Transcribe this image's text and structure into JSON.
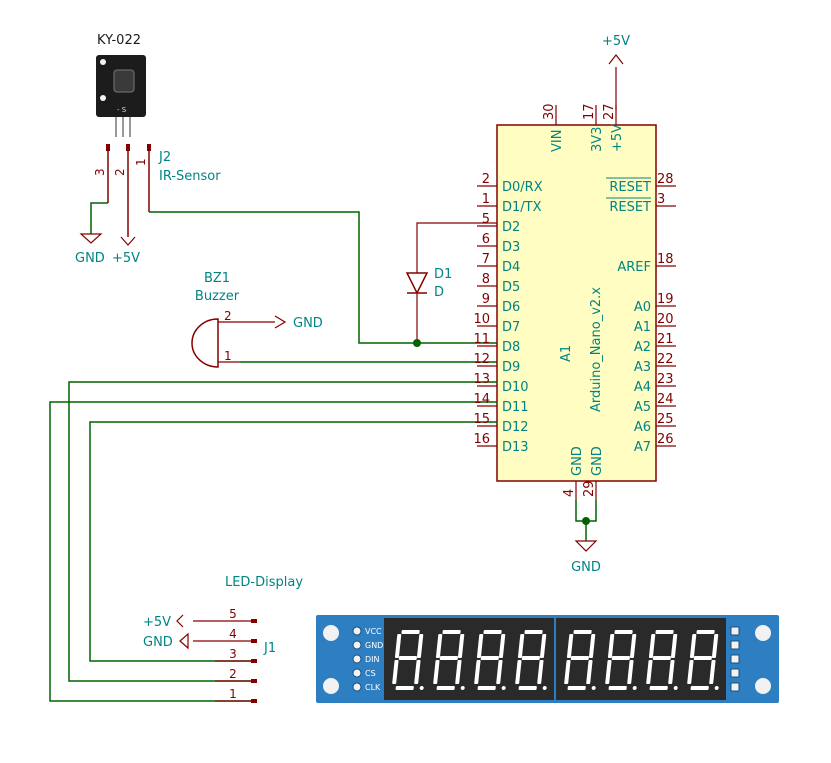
{
  "colors": {
    "wire": "#006400",
    "pin": "#840000",
    "text": "#008484",
    "component_body": "#fffdc2",
    "component_border": "#840000",
    "ground": "#840000",
    "led_module_board": "#2d7fc1",
    "led_segment": "#ffffff",
    "led_background": "#2a2a2a"
  },
  "ir_module": {
    "title": "KY-022",
    "side_label": "-  S",
    "ref": "J2",
    "value": "IR-Sensor",
    "pins": [
      "3",
      "2",
      "1"
    ]
  },
  "power_labels": {
    "gnd_ir": "GND",
    "vcc_ir": "+5V",
    "vcc_top": "+5V",
    "gnd_arduino": "GND",
    "gnd_buzzer": "GND",
    "vcc_display": "+5V",
    "gnd_display": "GND"
  },
  "diode": {
    "ref": "D1",
    "value": "D"
  },
  "buzzer": {
    "ref": "BZ1",
    "value": "Buzzer",
    "pins": [
      "2",
      "1"
    ]
  },
  "arduino": {
    "ref": "A1",
    "value": "Arduino_Nano_v2.x",
    "top_pins": [
      {
        "num": "30",
        "name": "VIN"
      },
      {
        "num": "17",
        "name": "3V3"
      },
      {
        "num": "27",
        "name": "+5V"
      }
    ],
    "left_pins": [
      {
        "num": "2",
        "name": "D0/RX"
      },
      {
        "num": "1",
        "name": "D1/TX"
      },
      {
        "num": "5",
        "name": "D2"
      },
      {
        "num": "6",
        "name": "D3"
      },
      {
        "num": "7",
        "name": "D4"
      },
      {
        "num": "8",
        "name": "D5"
      },
      {
        "num": "9",
        "name": "D6"
      },
      {
        "num": "10",
        "name": "D7"
      },
      {
        "num": "11",
        "name": "D8"
      },
      {
        "num": "12",
        "name": "D9"
      },
      {
        "num": "13",
        "name": "D10"
      },
      {
        "num": "14",
        "name": "D11"
      },
      {
        "num": "15",
        "name": "D12"
      },
      {
        "num": "16",
        "name": "D13"
      }
    ],
    "right_pins": [
      {
        "num": "28",
        "name": "RESET"
      },
      {
        "num": "3",
        "name": "RESET"
      },
      {
        "num": "18",
        "name": "AREF"
      },
      {
        "num": "19",
        "name": "A0"
      },
      {
        "num": "20",
        "name": "A1"
      },
      {
        "num": "21",
        "name": "A2"
      },
      {
        "num": "22",
        "name": "A3"
      },
      {
        "num": "23",
        "name": "A4"
      },
      {
        "num": "24",
        "name": "A5"
      },
      {
        "num": "25",
        "name": "A6"
      },
      {
        "num": "26",
        "name": "A7"
      }
    ],
    "bottom_pins": [
      {
        "num": "4",
        "name": "GND"
      },
      {
        "num": "29",
        "name": "GND"
      }
    ]
  },
  "led_display": {
    "title": "LED-Display",
    "ref": "J1",
    "pins": [
      "5",
      "4",
      "3",
      "2",
      "1"
    ],
    "module_pin_labels": [
      "VCC",
      "GND",
      "DIN",
      "CS",
      "CLK"
    ],
    "digits": 8
  }
}
